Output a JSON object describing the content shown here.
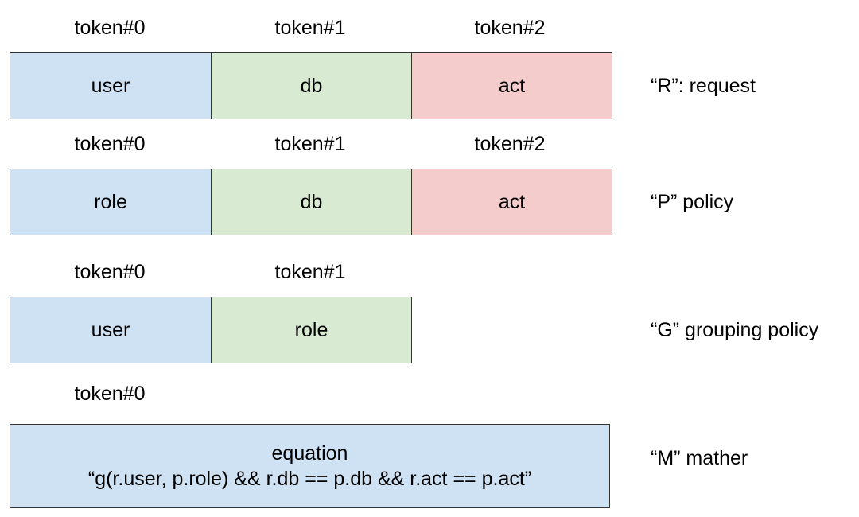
{
  "colors": {
    "blue": "#cfe2f3",
    "green": "#d9ead3",
    "red": "#f4cccc",
    "border": "#333333"
  },
  "rows": [
    {
      "tokens": [
        "token#0",
        "token#1",
        "token#2"
      ],
      "cells": [
        "user",
        "db",
        "act"
      ],
      "label": "“R”: request"
    },
    {
      "tokens": [
        "token#0",
        "token#1",
        "token#2"
      ],
      "cells": [
        "role",
        "db",
        "act"
      ],
      "label": "“P” policy"
    },
    {
      "tokens": [
        "token#0",
        "token#1"
      ],
      "cells": [
        "user",
        "role"
      ],
      "label": "“G” grouping policy"
    },
    {
      "tokens": [
        "token#0"
      ],
      "cells": [
        "equation",
        "“g(r.user, p.role) && r.db == p.db && r.act == p.act”"
      ],
      "label": "“M” mather"
    }
  ]
}
